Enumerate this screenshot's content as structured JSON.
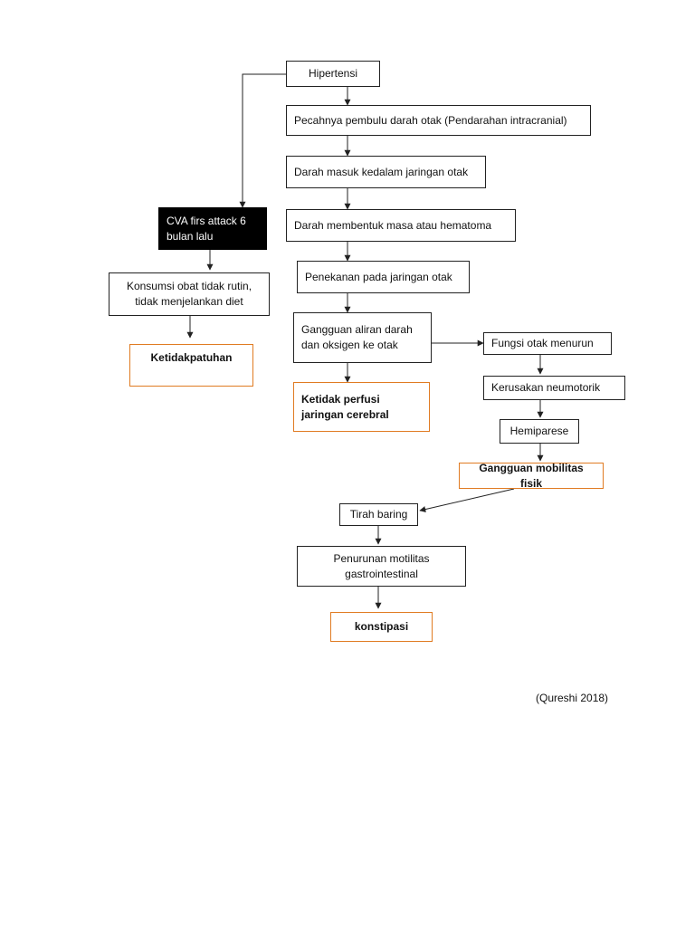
{
  "nodes": {
    "hipertensi": "Hipertensi",
    "pecahnya": "Pecahnya pembulu darah otak (Pendarahan intracranial)",
    "darah_masuk": "Darah masuk kedalam jaringan otak",
    "darah_membentuk": "Darah membentuk masa atau hematoma",
    "penekanan": "Penekanan pada jaringan otak",
    "gangguan_aliran": "Gangguan aliran darah dan oksigen ke otak",
    "ketidak_perfusi": "Ketidak perfusi jaringan cerebral",
    "cva": "CVA firs attack 6 bulan lalu",
    "konsumsi": "Konsumsi obat tidak rutin, tidak  menjelankan diet",
    "ketidakpatuhan": "Ketidakpatuhan",
    "fungsi_otak": "Fungsi otak menurun",
    "kerusakan": "Kerusakan neumotorik",
    "hemiparese": "Hemiparese",
    "gangguan_mobilitas": "Gangguan mobilitas fisik",
    "tirah_baring": "Tirah baring",
    "penurunan": "Penurunan motilitas gastrointestinal",
    "konstipasi": "konstipasi"
  },
  "citation": "(Qureshi 2018)",
  "colors": {
    "diagnosis_border": "#e07b22",
    "dark_box": "#000000",
    "line": "#222222"
  }
}
